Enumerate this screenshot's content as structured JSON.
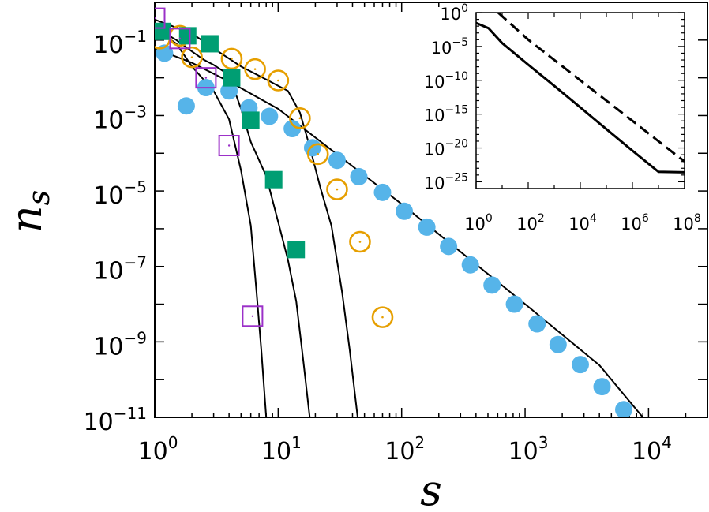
{
  "chart_data": [
    {
      "type": "scatter",
      "title": "",
      "xlabel": "s",
      "ylabel": "n_s",
      "x_scale": "log",
      "y_scale": "log",
      "xlim": [
        1,
        30000
      ],
      "ylim": [
        1e-11,
        1
      ],
      "x_ticks": [
        {
          "value": 1,
          "mant": "10",
          "exp": "0"
        },
        {
          "value": 10,
          "mant": "10",
          "exp": "1"
        },
        {
          "value": 100,
          "mant": "10",
          "exp": "2"
        },
        {
          "value": 1000,
          "mant": "10",
          "exp": "3"
        },
        {
          "value": 10000,
          "mant": "10",
          "exp": "4"
        }
      ],
      "y_ticks": [
        {
          "value": 1e-11,
          "mant": "10",
          "exp": "−11"
        },
        {
          "value": 1e-09,
          "mant": "10",
          "exp": "−9"
        },
        {
          "value": 1e-07,
          "mant": "10",
          "exp": "−7"
        },
        {
          "value": 1e-05,
          "mant": "10",
          "exp": "−5"
        },
        {
          "value": 0.001,
          "mant": "10",
          "exp": "−3"
        },
        {
          "value": 0.1,
          "mant": "10",
          "exp": "−1"
        }
      ],
      "grid": false,
      "series": [
        {
          "marker": "filled-circle",
          "color": "#56B4E9",
          "points": [
            [
              1.2,
              0.045
            ],
            [
              1.8,
              0.0018
            ],
            [
              2.6,
              0.0055
            ],
            [
              4.0,
              0.0045
            ],
            [
              5.8,
              0.0016
            ],
            [
              8.5,
              0.00095
            ],
            [
              13,
              0.00045
            ],
            [
              19,
              0.00014
            ],
            [
              30,
              6.5e-05
            ],
            [
              45,
              2.4e-05
            ],
            [
              70,
              9.2e-06
            ],
            [
              105,
              2.9e-06
            ],
            [
              160,
              1.1e-06
            ],
            [
              240,
              3.4e-07
            ],
            [
              360,
              1.1e-07
            ],
            [
              540,
              3.2e-08
            ],
            [
              820,
              1e-08
            ],
            [
              1250,
              3e-09
            ],
            [
              1850,
              8.5e-10
            ],
            [
              2800,
              2.5e-10
            ],
            [
              4200,
              6.5e-11
            ],
            [
              6300,
              1.6e-11
            ]
          ]
        },
        {
          "marker": "open-circle-dot",
          "color": "#E69F00",
          "points": [
            [
              1.1,
              0.11
            ],
            [
              1.6,
              0.13
            ],
            [
              2.0,
              0.035
            ],
            [
              4.2,
              0.032
            ],
            [
              6.5,
              0.017
            ],
            [
              10,
              0.0085
            ],
            [
              15,
              0.00085
            ],
            [
              21,
              9.5e-05
            ],
            [
              30,
              1.1e-05
            ],
            [
              46,
              4.5e-07
            ],
            [
              70,
              4.5e-09
            ]
          ]
        },
        {
          "marker": "filled-square",
          "color": "#009E73",
          "points": [
            [
              1.15,
              0.17
            ],
            [
              1.85,
              0.13
            ],
            [
              2.8,
              0.08
            ],
            [
              4.2,
              0.01
            ],
            [
              6.0,
              0.00075
            ],
            [
              9.2,
              2e-05
            ],
            [
              14,
              2.8e-07
            ]
          ]
        },
        {
          "marker": "open-square-dot",
          "color": "#9B30C8",
          "points": [
            [
              1.0,
              0.38
            ],
            [
              1.6,
              0.11
            ],
            [
              2.6,
              0.01
            ],
            [
              4.0,
              0.00016
            ],
            [
              6.2,
              4.8e-09
            ]
          ]
        }
      ],
      "curves": [
        {
          "style": "solid",
          "color": "#000000",
          "points": [
            [
              1,
              0.06
            ],
            [
              2,
              0.025
            ],
            [
              4,
              0.008
            ],
            [
              10,
              0.0015
            ],
            [
              100,
              4.5e-06
            ],
            [
              1000,
              1e-08
            ],
            [
              4000,
              2.4e-10
            ],
            [
              9000,
              1e-11
            ]
          ]
        },
        {
          "style": "solid",
          "color": "#000000",
          "points": [
            [
              1,
              0.35
            ],
            [
              2,
              0.15
            ],
            [
              3,
              0.06
            ],
            [
              5,
              0.02
            ],
            [
              8,
              0.009
            ],
            [
              12,
              0.0045
            ],
            [
              15,
              0.0012
            ],
            [
              18,
              0.00015
            ],
            [
              22,
              1.2e-05
            ],
            [
              27,
              1.2e-06
            ],
            [
              33,
              2e-08
            ],
            [
              38,
              6e-10
            ],
            [
              44,
              1e-11
            ]
          ]
        },
        {
          "style": "solid",
          "color": "#000000",
          "points": [
            [
              1,
              0.22
            ],
            [
              1.5,
              0.1
            ],
            [
              2,
              0.05
            ],
            [
              2.5,
              0.03
            ],
            [
              3,
              0.022
            ],
            [
              4,
              0.012
            ],
            [
              5,
              0.0015
            ],
            [
              6,
              0.0002
            ],
            [
              8,
              2.5e-05
            ],
            [
              10,
              1.5e-06
            ],
            [
              12,
              1.5e-07
            ],
            [
              14,
              1.2e-08
            ],
            [
              16,
              3e-10
            ],
            [
              18,
              1e-11
            ]
          ]
        },
        {
          "style": "solid",
          "color": "#000000",
          "points": [
            [
              1,
              0.2
            ],
            [
              1.5,
              0.08
            ],
            [
              2,
              0.02
            ],
            [
              3,
              0.0045
            ],
            [
              4,
              0.0008
            ],
            [
              5,
              3.5e-05
            ],
            [
              6,
              1.2e-06
            ],
            [
              6.7,
              1.8e-08
            ],
            [
              7.3,
              6e-10
            ],
            [
              8,
              1e-11
            ]
          ]
        }
      ]
    },
    {
      "type": "line",
      "title": "",
      "xlabel": "",
      "ylabel": "",
      "x_scale": "log",
      "y_scale": "log",
      "xlim": [
        1,
        100000000
      ],
      "ylim": [
        1e-26,
        1
      ],
      "x_ticks": [
        {
          "value": 1,
          "mant": "10",
          "exp": "0"
        },
        {
          "value": 100,
          "mant": "10",
          "exp": "2"
        },
        {
          "value": 10000,
          "mant": "10",
          "exp": "4"
        },
        {
          "value": 1000000,
          "mant": "10",
          "exp": "6"
        },
        {
          "value": 100000000,
          "mant": "10",
          "exp": "8"
        }
      ],
      "y_ticks": [
        {
          "value": 1e-25,
          "mant": "10",
          "exp": "−25"
        },
        {
          "value": 1e-20,
          "mant": "10",
          "exp": "−20"
        },
        {
          "value": 1e-15,
          "mant": "10",
          "exp": "−15"
        },
        {
          "value": 1e-10,
          "mant": "10",
          "exp": "−10"
        },
        {
          "value": 1e-05,
          "mant": "10",
          "exp": "−5"
        },
        {
          "value": 1,
          "mant": "10",
          "exp": "0"
        }
      ],
      "grid": false,
      "curves": [
        {
          "style": "solid",
          "color": "#000000",
          "points": [
            [
              1,
              0.03
            ],
            [
              3,
              0.005
            ],
            [
              10,
              3.2e-05
            ],
            [
              100,
              2e-08
            ],
            [
              1000,
              1.5e-11
            ],
            [
              10000,
              1e-14
            ],
            [
              100000,
              6e-18
            ],
            [
              1000000,
              4e-21
            ],
            [
              10000000,
              3e-24
            ],
            [
              100000000,
              2.5e-24
            ]
          ]
        },
        {
          "style": "dashed",
          "color": "#000000",
          "points": [
            [
              7,
              1
            ],
            [
              100,
              0.0001
            ],
            [
              1000,
              1e-07
            ],
            [
              10000,
              1e-10
            ],
            [
              100000,
              1e-13
            ],
            [
              1000000,
              1e-16
            ],
            [
              10000000,
              1e-19
            ],
            [
              100000000,
              1e-22
            ]
          ]
        }
      ]
    }
  ]
}
